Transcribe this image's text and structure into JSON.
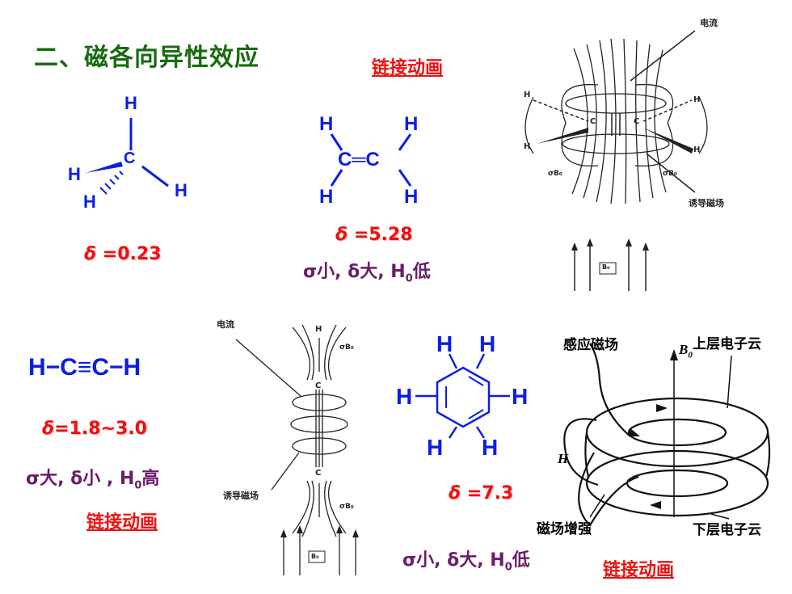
{
  "title": "二、磁各向异性效应",
  "links": {
    "top": "链接动画",
    "left": "链接动画",
    "bottom_right": "链接动画"
  },
  "methane": {
    "atoms": {
      "center": "C",
      "top": "H",
      "left": "H",
      "right": "H",
      "bottom": "H"
    },
    "delta_symbol": "δ",
    "delta_value": " =0.23"
  },
  "ethylene": {
    "formula": "C═C",
    "atoms": {
      "h": "H"
    },
    "delta_symbol": "δ",
    "delta_value": " =5.28",
    "note": {
      "text": "σ小, δ大, H",
      "sub": "0",
      "tail": "低"
    }
  },
  "acetylene": {
    "formula": "H−C≡C−H",
    "delta_symbol": "δ",
    "delta_value": "=1.8~3.0",
    "note": {
      "text": "σ大, δ小 , H",
      "sub": "0",
      "tail": "高"
    }
  },
  "benzene": {
    "atoms": {
      "h": "H"
    },
    "delta_symbol": "δ",
    "delta_value": " =7.3",
    "note": {
      "text": "σ小, δ大, H",
      "sub": "0",
      "tail": "低"
    }
  },
  "diagram_ethylene": {
    "current": "电流",
    "induced": "诱导磁场",
    "h": "H",
    "c": "C",
    "sigma_b0": "σB₀",
    "b0": "B₀"
  },
  "diagram_acetylene": {
    "current": "电流",
    "induced": "诱导磁场",
    "h": "H",
    "c": "C",
    "sigma_b0": "σB₀",
    "b0": "B₀"
  },
  "diagram_benzene": {
    "induced_field": "感应磁场",
    "upper_cloud": "上层电子云",
    "lower_cloud": "下层电子云",
    "field_enhanced": "磁场增强",
    "b0": "B",
    "b0_sub": "0",
    "h": "H"
  }
}
